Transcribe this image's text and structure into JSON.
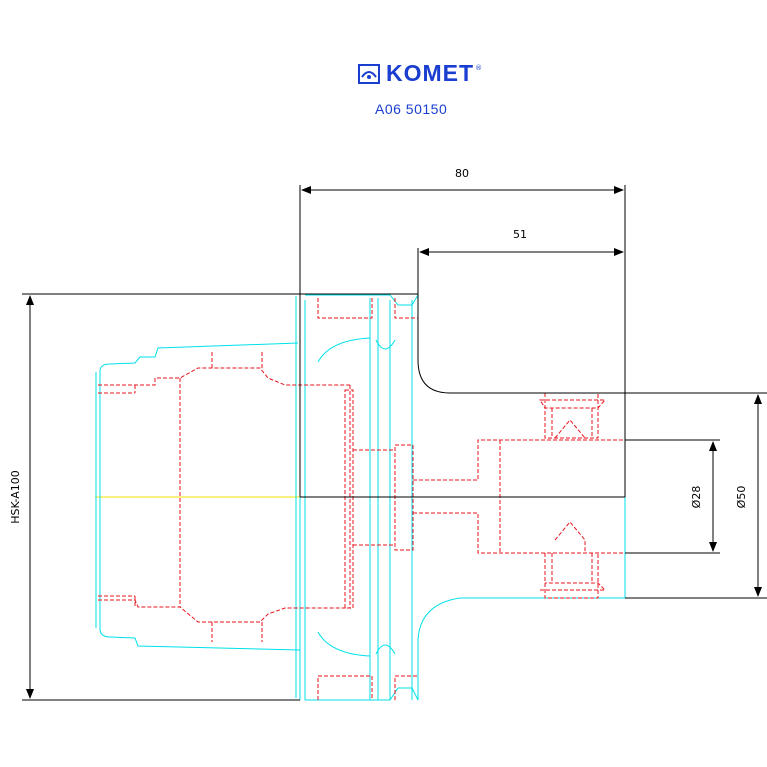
{
  "header": {
    "brand": "KOMET",
    "brand_mark": "®",
    "logo_icon": "komet-logo-icon",
    "code": "A06  50150"
  },
  "dimensions": {
    "length_total": "80",
    "length_inner": "51",
    "shank_label": "HSK-A100",
    "bore_inner": "Ø28",
    "bore_outer": "Ø50"
  },
  "colors": {
    "outline": "#000000",
    "body": "#00e0e8",
    "hidden": "#e8141e",
    "centerline": "#f0e000",
    "brand": "#1a3fd0"
  }
}
